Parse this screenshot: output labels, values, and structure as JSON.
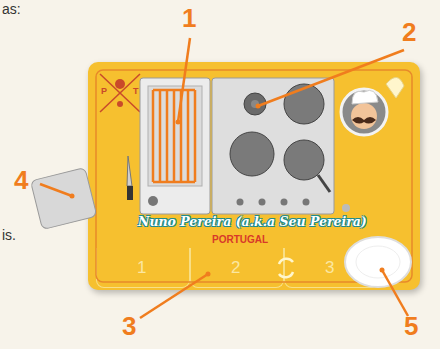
{
  "diagram": {
    "nodes": [
      {
        "text": [
          "Nuno Pereira (a.k.a Seu Pereira)",
          "PORTUGAL"
        ]
      },
      {
        "text": [
          "1"
        ],
        "in": 0
      },
      {
        "text": [
          "2"
        ],
        "in": 0
      },
      {
        "text": [
          "3"
        ],
        "in": 0
      }
    ],
    "labels": [
      "as:",
      "1",
      "2",
      "P",
      "T",
      "4",
      "is.",
      "3",
      "5"
    ]
  }
}
